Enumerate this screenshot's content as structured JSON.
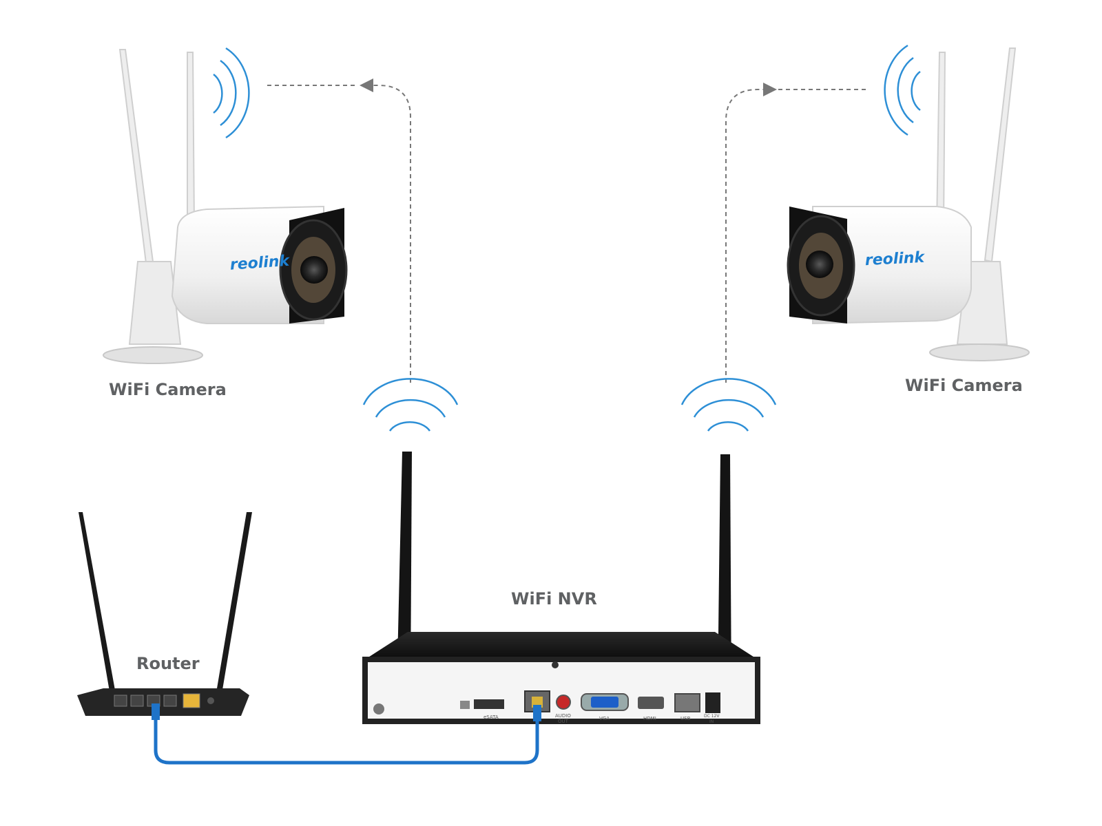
{
  "labels": {
    "camera_left": "WiFi Camera",
    "camera_right": "WiFi Camera",
    "nvr": "WiFi NVR",
    "router": "Router"
  },
  "brand": {
    "logo_left": "reolink",
    "logo_right": "reolink"
  },
  "nvr_ports": {
    "esata": "eSATA",
    "audio_out_line1": "AUDIO",
    "audio_out_line2": "OUT",
    "vga": "VGA",
    "hdmi": "HDMI",
    "usb": "USB",
    "dc_line1": "DC 12V",
    "dc_line2": "IN"
  },
  "colors": {
    "label": "#5f6163",
    "wifi_signal": "#2d8fd6",
    "dashed_arrow": "#777777",
    "ethernet_cable": "#1e73c8",
    "device_black": "#151515",
    "camera_white": "#f4f4f4"
  },
  "icons": [
    "wifi-signal-icon",
    "dashed-arrow-icon",
    "ethernet-cable-icon"
  ]
}
